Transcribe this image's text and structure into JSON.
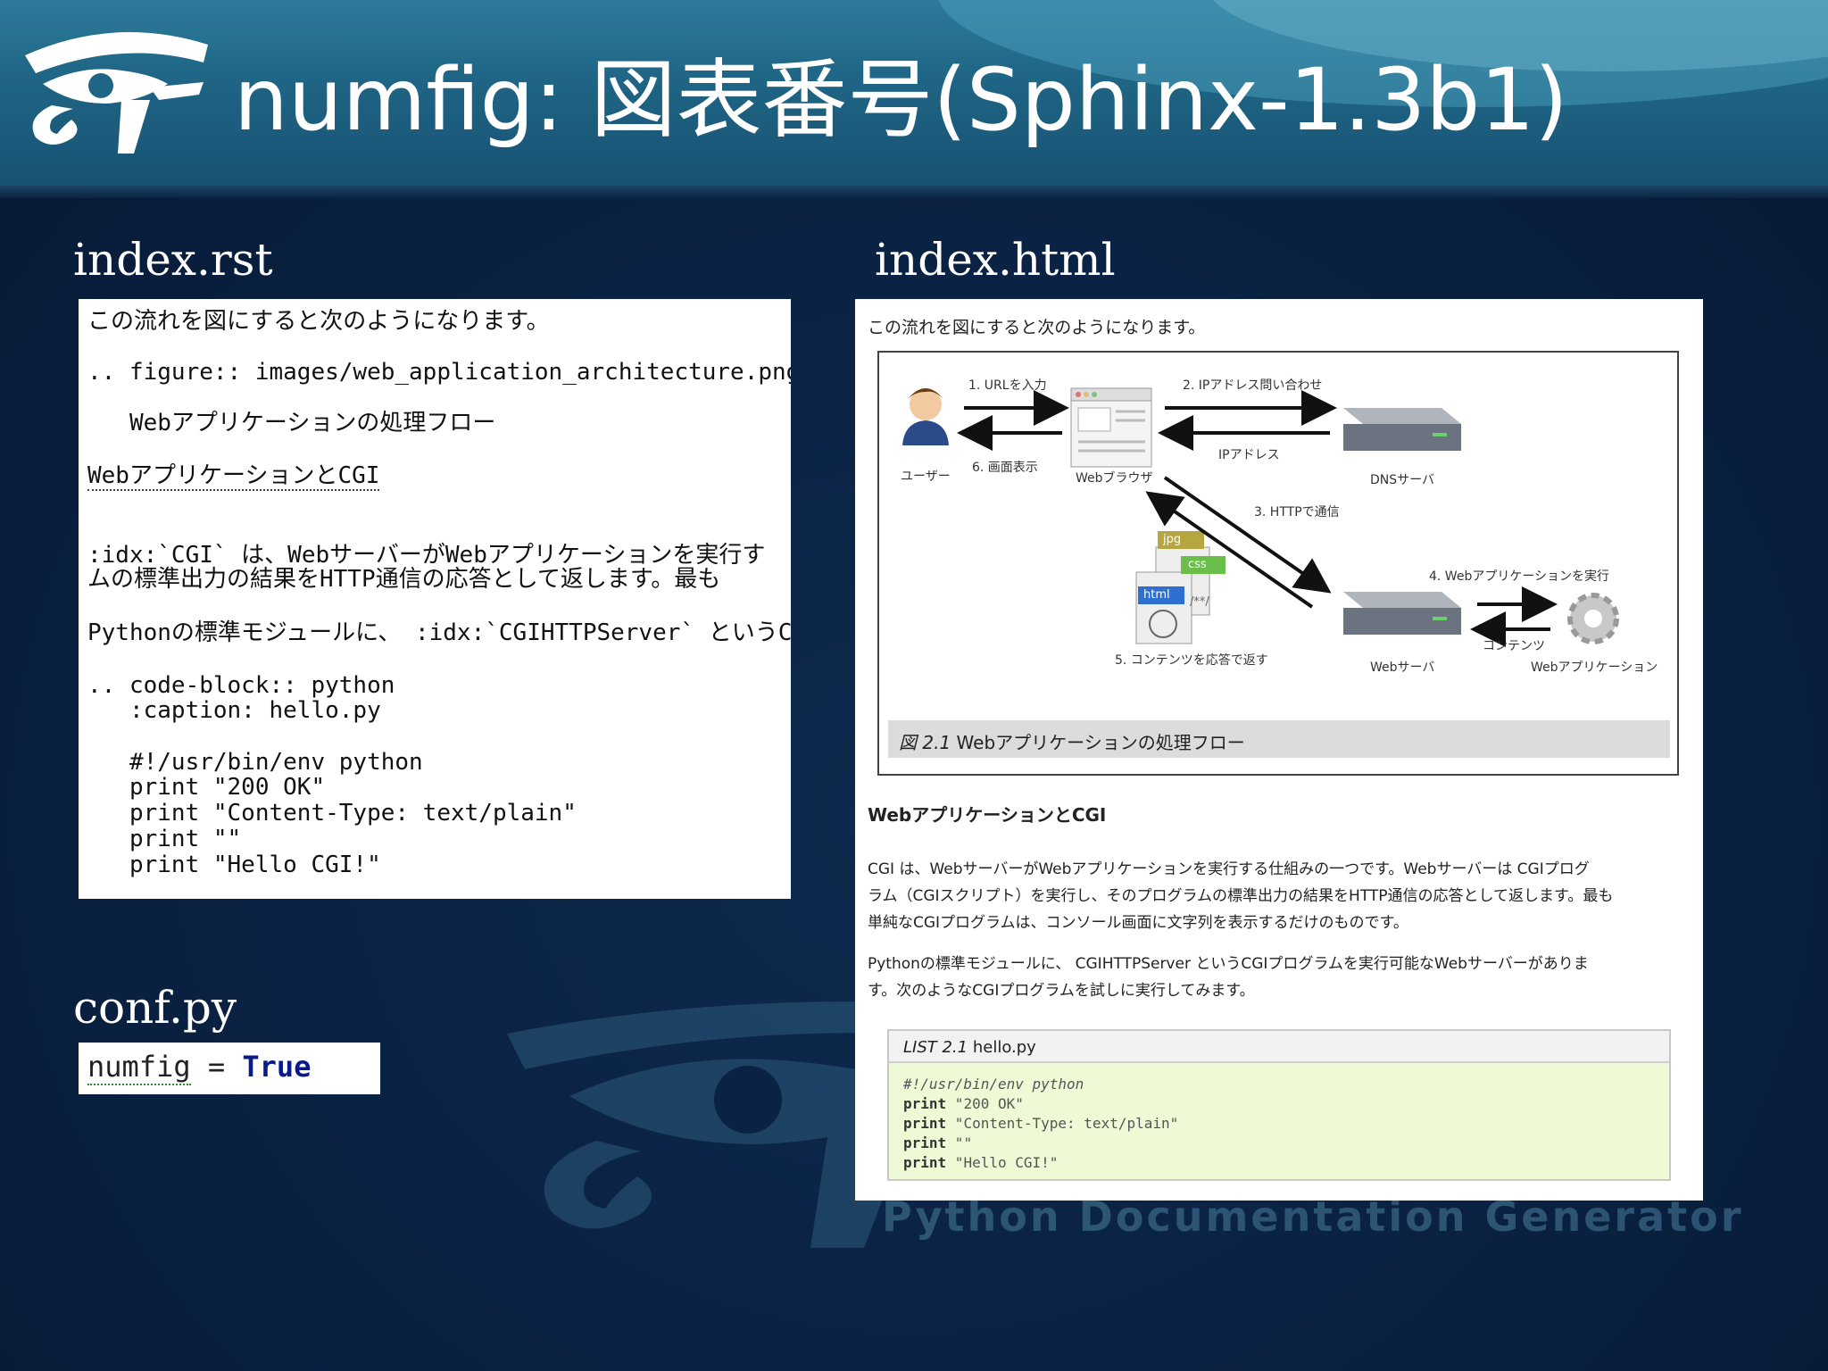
{
  "slide": {
    "title": "numfig: 図表番号(Sphinx-1.3b1)",
    "watermark_text": "Python Documentation Generator"
  },
  "left": {
    "rst_label": "index.rst",
    "rst_lines": [
      "この流れを図にすると次のようになります。",
      ".. figure:: images/web_application_architecture.png",
      "   Webアプリケーションの処理フロー",
      "WebアプリケーションとCGI",
      ":idx:`CGI` は、WebサーバーがWebアプリケーションを実行す",
      "ムの標準出力の結果をHTTP通信の応答として返します。最も",
      "Pythonの標準モジュールに、 :idx:`CGIHTTPServer` というC",
      ".. code-block:: python",
      "   :caption: hello.py",
      "   #!/usr/bin/env python",
      "   print \"200 OK\"",
      "   print \"Content-Type: text/plain\"",
      "   print \"\"",
      "   print \"Hello CGI!\""
    ],
    "conf_label": "conf.py",
    "conf_var": "numfig",
    "conf_op": " = ",
    "conf_value": "True"
  },
  "right": {
    "html_label": "index.html",
    "intro": "この流れを図にすると次のようになります。",
    "diagram": {
      "step1": "1. URLを入力",
      "step2": "2. IPアドレス問い合わせ",
      "ip_address": "IPアドレス",
      "step6": "6. 画面表示",
      "user": "ユーザー",
      "browser": "Webブラウザ",
      "dns": "DNSサーバ",
      "step3": "3. HTTPで通信",
      "step4": "4. Webアプリケーションを実行",
      "contents": "コンテンツ",
      "step5": "5. コンテンツを応答で返す",
      "web_server": "Webサーバ",
      "web_app": "Webアプリケーション",
      "file_jpg": "jpg",
      "file_css": "css",
      "file_html": "html",
      "file_comment": "/**/"
    },
    "figure_caption_num": "図 2.1",
    "figure_caption_text": " Webアプリケーションの処理フロー",
    "heading": "WebアプリケーションとCGI",
    "para1_line1": "CGI は、WebサーバーがWebアプリケーションを実行する仕組みの一つです。Webサーバーは CGIプログ",
    "para1_line2": "ラム（CGIスクリプト）を実行し、そのプログラムの標準出力の結果をHTTP通信の応答として返します。最も",
    "para1_line3": "単純なCGIプログラムは、コンソール画面に文字列を表示するだけのものです。",
    "para2_line1": "Pythonの標準モジュールに、 CGIHTTPServer というCGIプログラムを実行可能なWebサーバーがありま",
    "para2_line2": "す。次のようなCGIプログラムを試しに実行してみます。",
    "code_caption_num": "LIST 2.1",
    "code_caption_text": "hello.py",
    "code_lines": [
      {
        "kw": "",
        "text": "#!/usr/bin/env python"
      },
      {
        "kw": "print",
        "text": " \"200 OK\""
      },
      {
        "kw": "print",
        "text": " \"Content-Type: text/plain\""
      },
      {
        "kw": "print",
        "text": " \"\""
      },
      {
        "kw": "print",
        "text": " \"Hello CGI!\""
      }
    ]
  },
  "colors": {
    "background": "#0a2142",
    "header": "#1f6585",
    "code_bg": "#eef9d6",
    "keyword": "#0a1a8a"
  },
  "icons": [
    "eye-of-horus-logo-icon",
    "user-icon",
    "browser-window-icon",
    "server-icon",
    "gear-icon",
    "file-stack-icon",
    "arrow-icon"
  ]
}
